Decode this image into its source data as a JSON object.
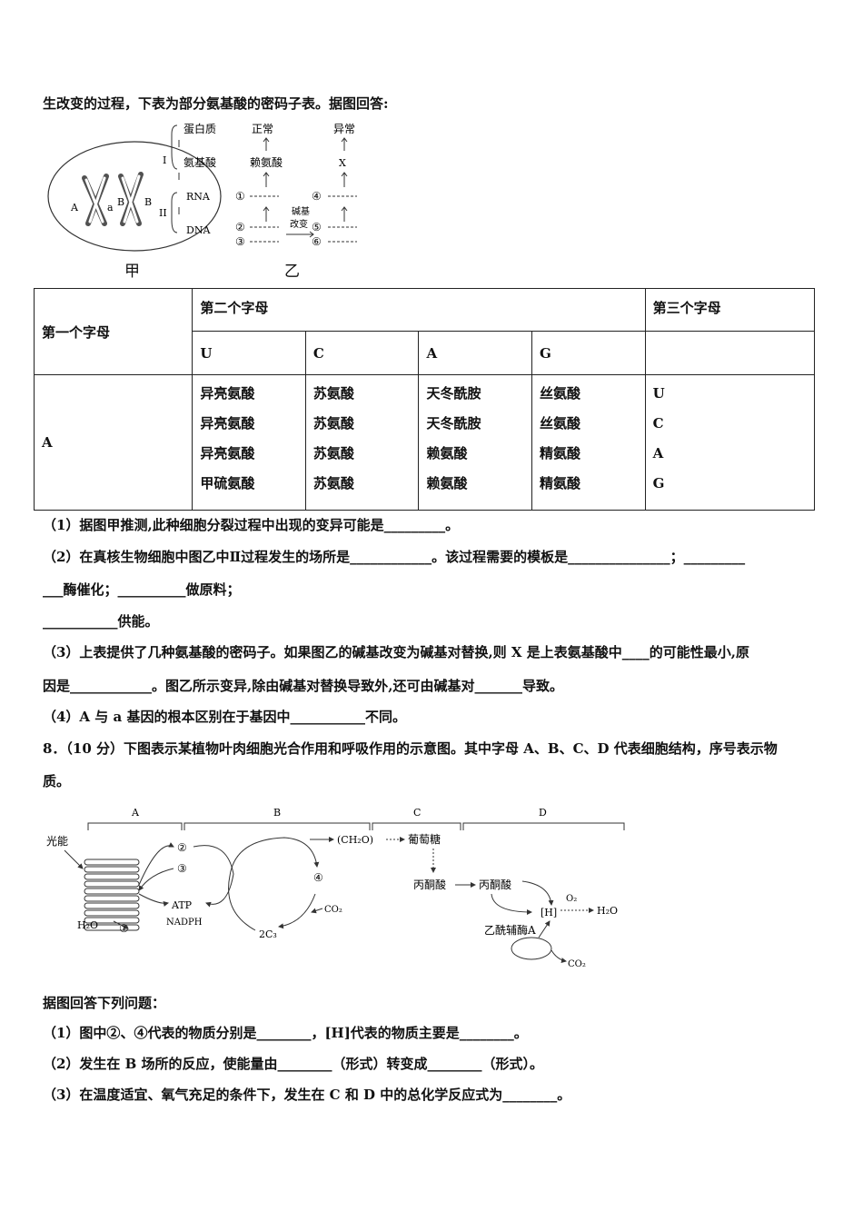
{
  "intro": "生改变的过程，下表为部分氨基酸的密码子表。据图回答:",
  "fig1": {
    "label_jia": "甲",
    "label_yi": "乙",
    "cell_labels": [
      "A",
      "a",
      "B",
      "B"
    ],
    "flow_left": [
      "蛋白质",
      "氨基酸",
      "RNA",
      "DNA"
    ],
    "roman_1": "I",
    "roman_2": "II",
    "normal": "正常",
    "abnormal": "异常",
    "lysine": "赖氨酸",
    "x": "X",
    "nums": [
      "①",
      "②",
      "③",
      "④",
      "⑤",
      "⑥"
    ],
    "change_1": "碱基",
    "change_2": "改变"
  },
  "table": {
    "first_letter": "第一个字母",
    "second_letter": "第二个字母",
    "third_letter": "第三个字母",
    "second_cols": [
      "U",
      "C",
      "A",
      "G"
    ],
    "row_letter": "A",
    "col_u": [
      "异亮氨酸",
      "异亮氨酸",
      "异亮氨酸",
      "甲硫氨酸"
    ],
    "col_c": [
      "苏氨酸",
      "苏氨酸",
      "苏氨酸",
      "苏氨酸"
    ],
    "col_a": [
      "天冬酰胺",
      "天冬酰胺",
      "赖氨酸",
      "赖氨酸"
    ],
    "col_g": [
      "丝氨酸",
      "丝氨酸",
      "精氨酸",
      "精氨酸"
    ],
    "third": [
      "U",
      "C",
      "A",
      "G"
    ]
  },
  "q7": {
    "p1": "（1）据图甲推测,此种细胞分裂过程中出现的变异可能是_________。",
    "p2a": "（2）在真核生物细胞中图乙中Ⅱ过程发生的场所是____________。该过程需要的模板是_______________；_________",
    "p2b": "___酶催化；__________做原料；",
    "p2c": "___________供能。",
    "p3a": "（3）上表提供了几种氨基酸的密码子。如果图乙的碱基改变为碱基对替换,则 X 是上表氨基酸中____的可能性最小,原",
    "p3b": "因是____________。图乙所示变异,除由碱基对替换导致外,还可由碱基对_______导致。",
    "p4": "（4）A 与 a 基因的根本区别在于基因中___________不同。"
  },
  "q8": {
    "intro_a": "8．（10 分）下图表示某植物叶肉细胞光合作用和呼吸作用的示意图。其中字母 A、B、C、D 代表细胞结构，序号表示物",
    "intro_b": "质。",
    "fig": {
      "sections": [
        "A",
        "B",
        "C",
        "D"
      ],
      "light": "光能",
      "h2o_left": "H₂O",
      "n1": "①",
      "n2": "②",
      "n3": "③",
      "n4": "④",
      "atp": "ATP",
      "nadph": "NADPH",
      "c3": "2C₃",
      "co2_in": "CO₂",
      "ch2o": "(CH₂O)",
      "glucose": "葡萄糖",
      "pyruvate1": "丙酮酸",
      "pyruvate2": "丙酮酸",
      "h": "[H]",
      "o2": "O₂",
      "h2o_right": "H₂O",
      "acetyl": "乙酰辅酶A",
      "co2_out": "CO₂"
    },
    "sub_intro": "据图回答下列问题：",
    "p1": "（1）图中②、④代表的物质分别是________，[H]代表的物质主要是________。",
    "p2": "（2）发生在 B 场所的反应，使能量由________（形式）转变成________（形式）。",
    "p3": "（3）在温度适宜、氧气充足的条件下，发生在 C 和 D 中的总化学反应式为________。"
  }
}
